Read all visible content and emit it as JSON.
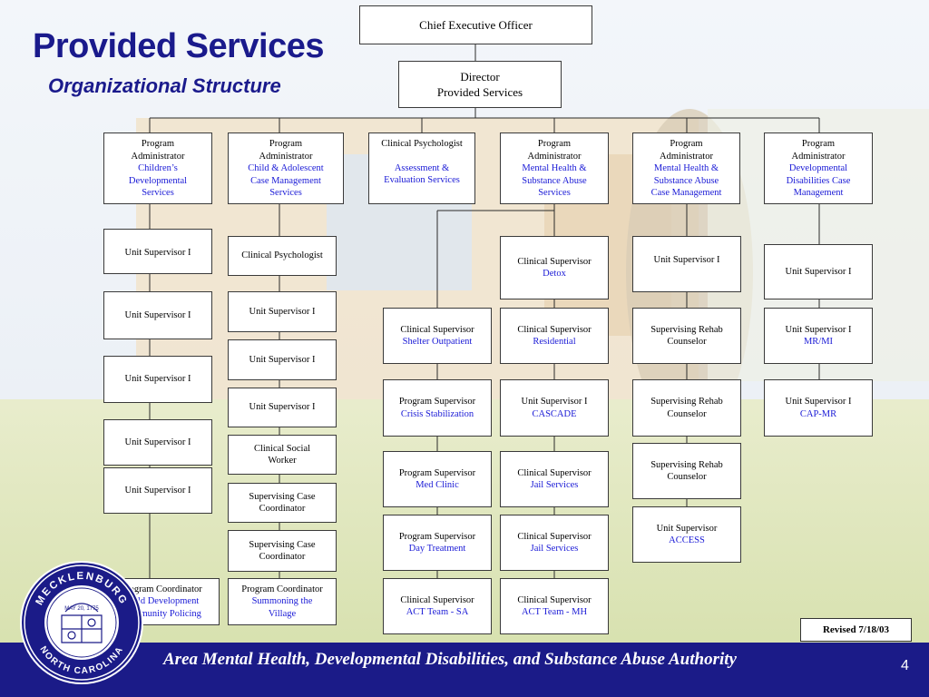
{
  "title": "Provided Services",
  "subtitle": "Organizational Structure",
  "ceo": "Chief  Executive Officer",
  "director": [
    "Director",
    "Provided Services"
  ],
  "programs": [
    {
      "lines": [
        "Program",
        "Administrator"
      ],
      "blue": [
        "Children’s",
        "Developmental",
        "Services"
      ]
    },
    {
      "lines": [
        "Program",
        "Administrator"
      ],
      "blue": [
        "Child & Adolescent",
        "Case Management",
        "Services"
      ]
    },
    {
      "lines": [
        "Clinical Psychologist"
      ],
      "blue": [
        "Assessment &",
        "Evaluation Services"
      ]
    },
    {
      "lines": [
        "Program",
        "Administrator"
      ],
      "blue": [
        "Mental Health &",
        "Substance Abuse",
        "Services"
      ]
    },
    {
      "lines": [
        "Program",
        "Administrator"
      ],
      "blue": [
        "Mental Health &",
        "Substance Abuse",
        "Case Management"
      ]
    },
    {
      "lines": [
        "Program",
        "Administrator"
      ],
      "blue": [
        "Developmental",
        "Disabilities Case",
        "Management"
      ]
    }
  ],
  "col1": [
    {
      "black": [
        "Unit Supervisor I"
      ]
    },
    {
      "black": [
        "Unit Supervisor I"
      ]
    },
    {
      "black": [
        "Unit Supervisor I"
      ]
    },
    {
      "black": [
        "Unit Supervisor I"
      ]
    },
    {
      "black": [
        "Unit Supervisor I"
      ]
    },
    {
      "black": [
        "Program Coordinator"
      ],
      "blue": [
        "Child Development",
        "Community Policing"
      ]
    }
  ],
  "col2": [
    {
      "black": [
        "Clinical Psychologist"
      ]
    },
    {
      "black": [
        "Unit Supervisor I"
      ]
    },
    {
      "black": [
        "Unit Supervisor I"
      ]
    },
    {
      "black": [
        "Unit Supervisor I"
      ]
    },
    {
      "black": [
        "Clinical Social",
        "Worker"
      ]
    },
    {
      "black": [
        "Supervising Case",
        "Coordinator"
      ]
    },
    {
      "black": [
        "Supervising Case",
        "Coordinator"
      ]
    },
    {
      "black": [
        "Program Coordinator"
      ],
      "blue": [
        "Summoning the",
        "Village"
      ]
    }
  ],
  "col3": [
    {
      "black": [
        "Clinical Supervisor"
      ],
      "blue": [
        "Shelter Outpatient"
      ]
    },
    {
      "black": [
        "Program Supervisor"
      ],
      "blue": [
        "Crisis Stabilization"
      ]
    },
    {
      "black": [
        "Program Supervisor"
      ],
      "blue": [
        "Med Clinic"
      ]
    },
    {
      "black": [
        "Program Supervisor"
      ],
      "blue": [
        "Day Treatment"
      ]
    },
    {
      "black": [
        "Clinical Supervisor"
      ],
      "blue": [
        "ACT Team - SA"
      ]
    }
  ],
  "col4": [
    {
      "black": [
        "Clinical Supervisor"
      ],
      "blue": [
        "Detox"
      ]
    },
    {
      "black": [
        "Clinical Supervisor"
      ],
      "blue": [
        "Residential"
      ]
    },
    {
      "black": [
        "Unit Supervisor I"
      ],
      "blue": [
        "CASCADE"
      ]
    },
    {
      "black": [
        "Clinical Supervisor"
      ],
      "blue": [
        "Jail Services"
      ]
    },
    {
      "black": [
        "Clinical Supervisor"
      ],
      "blue": [
        "Jail Services"
      ]
    },
    {
      "black": [
        "Clinical Supervisor"
      ],
      "blue": [
        "ACT Team - MH"
      ]
    }
  ],
  "col5": [
    {
      "black": [
        "Unit Supervisor I"
      ]
    },
    {
      "black": [
        "Supervising Rehab",
        "Counselor"
      ]
    },
    {
      "black": [
        "Supervising Rehab",
        "Counselor"
      ]
    },
    {
      "black": [
        "Supervising Rehab",
        "Counselor"
      ]
    },
    {
      "black": [
        "Unit Supervisor"
      ],
      "blue": [
        "ACCESS"
      ]
    }
  ],
  "col6": [
    {
      "black": [
        "Unit Supervisor I"
      ]
    },
    {
      "black": [
        "Unit Supervisor I"
      ],
      "blue": [
        "MR/MI"
      ]
    },
    {
      "black": [
        "Unit Supervisor I"
      ],
      "blue": [
        "CAP-MR"
      ]
    }
  ],
  "revised": "Revised 7/18/03",
  "footer": "Area Mental Health, Developmental Disabilities, and Substance Abuse Authority",
  "page_number": "4",
  "seal_text": [
    "MECKLENBURG",
    "NORTH CAROLINA",
    "MAY 20, 1775"
  ],
  "colors": {
    "navy": "#1b1b88",
    "title_blue": "#1a1a8c",
    "link_blue": "#1a1ad6"
  }
}
